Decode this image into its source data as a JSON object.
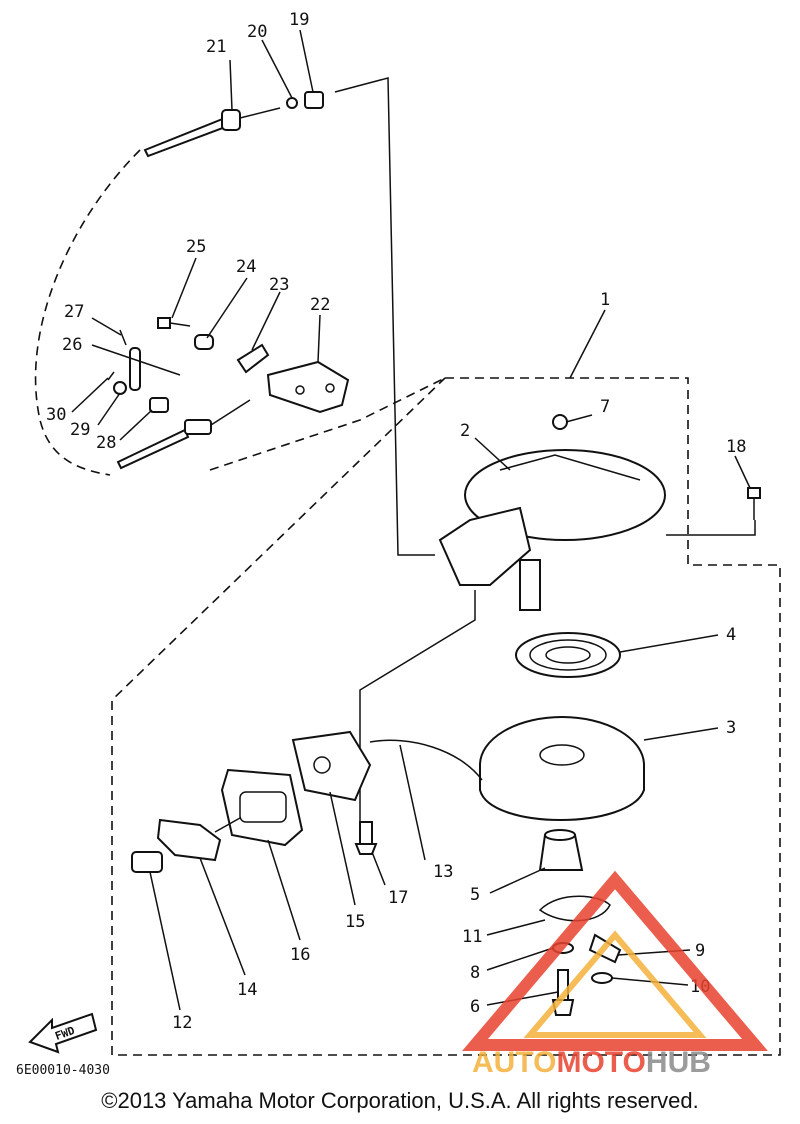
{
  "diagram": {
    "part_labels": [
      {
        "id": "1",
        "text": "1"
      },
      {
        "id": "2",
        "text": "2"
      },
      {
        "id": "3",
        "text": "3"
      },
      {
        "id": "4",
        "text": "4"
      },
      {
        "id": "5",
        "text": "5"
      },
      {
        "id": "6",
        "text": "6"
      },
      {
        "id": "7",
        "text": "7"
      },
      {
        "id": "8",
        "text": "8"
      },
      {
        "id": "9",
        "text": "9"
      },
      {
        "id": "10",
        "text": "10"
      },
      {
        "id": "11",
        "text": "11"
      },
      {
        "id": "12",
        "text": "12"
      },
      {
        "id": "13",
        "text": "13"
      },
      {
        "id": "14",
        "text": "14"
      },
      {
        "id": "15",
        "text": "15"
      },
      {
        "id": "16",
        "text": "16"
      },
      {
        "id": "17",
        "text": "17"
      },
      {
        "id": "18",
        "text": "18"
      },
      {
        "id": "19",
        "text": "19"
      },
      {
        "id": "20",
        "text": "20"
      },
      {
        "id": "21",
        "text": "21"
      },
      {
        "id": "22",
        "text": "22"
      },
      {
        "id": "23",
        "text": "23"
      },
      {
        "id": "24",
        "text": "24"
      },
      {
        "id": "25",
        "text": "25"
      },
      {
        "id": "26",
        "text": "26"
      },
      {
        "id": "27",
        "text": "27"
      },
      {
        "id": "28",
        "text": "28"
      },
      {
        "id": "29",
        "text": "29"
      },
      {
        "id": "30",
        "text": "30"
      }
    ],
    "fwd_label": "FWD",
    "drawing_code": "6E00010-4030",
    "copyright": "©2013 Yamaha Motor Corporation, U.S.A. All rights reserved.",
    "watermark": {
      "part1": "AUTO",
      "part2": "MOTO",
      "part3": "HUB"
    },
    "colors": {
      "watermark_orange": "#f4b13a",
      "watermark_red": "#e8432f",
      "watermark_gray": "#8a8a8a"
    }
  }
}
